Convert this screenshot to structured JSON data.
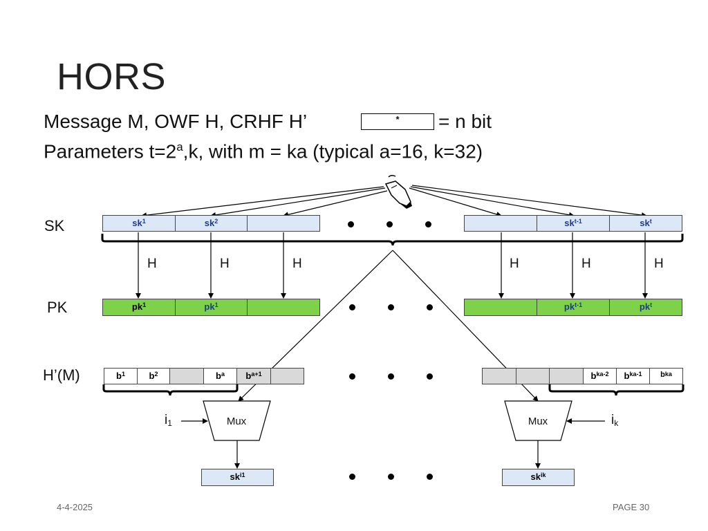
{
  "slide": {
    "title": "HORS",
    "line1": "Message M, OWF H, CRHF H’",
    "box_symbol": "*",
    "n_bit": "= n bit",
    "line2_pre": "Parameters t=2",
    "line2_sup": "a",
    "line2_post": ",k, with m = ka (typical a=16, k=32)",
    "date": "4-4-2025",
    "page": "PAGE 30"
  },
  "rows": {
    "sk_label": "SK",
    "pk_label": "PK",
    "hm_label": "H’(M)"
  },
  "sk_cells": [
    {
      "main": "sk",
      "sub": "1"
    },
    {
      "main": "sk",
      "sub": "2"
    },
    {
      "main": "",
      "sub": ""
    },
    {
      "main": "",
      "sub": ""
    },
    {
      "main": "sk",
      "sub": "t-1"
    },
    {
      "main": "sk",
      "sub": "t"
    }
  ],
  "pk_cells": [
    {
      "main": "pk",
      "sub": "1"
    },
    {
      "main": "pk",
      "sub": "1"
    },
    {
      "main": "",
      "sub": ""
    },
    {
      "main": "",
      "sub": ""
    },
    {
      "main": "pk",
      "sub": "t-1"
    },
    {
      "main": "pk",
      "sub": "t"
    }
  ],
  "h_labels": [
    "H",
    "H",
    "H",
    "H",
    "H",
    "H"
  ],
  "hm_left": [
    {
      "main": "b",
      "sub": "1"
    },
    {
      "main": "b",
      "sub": "2"
    },
    {
      "main": "",
      "sub": ""
    },
    {
      "main": "b",
      "sub": "a"
    },
    {
      "main": "b",
      "sub": "a+1"
    },
    {
      "main": "",
      "sub": ""
    }
  ],
  "hm_right": [
    {
      "main": "",
      "sub": ""
    },
    {
      "main": "",
      "sub": ""
    },
    {
      "main": "",
      "sub": ""
    },
    {
      "main": "b",
      "sub": "ka-2"
    },
    {
      "main": "b",
      "sub": "ka-1"
    },
    {
      "main": "b",
      "sub": "ka"
    }
  ],
  "mux": {
    "left_label": "Mux",
    "right_label": "Mux",
    "left_input": {
      "main": "i",
      "sub": "1"
    },
    "right_input": {
      "main": "i",
      "sub": "k"
    },
    "left_output": {
      "main": "sk",
      "sub": "i1"
    },
    "right_output": {
      "main": "sk",
      "sub": "ik"
    }
  },
  "colors": {
    "sk_fill": "#dde8f6",
    "pk_fill": "#7dd24a",
    "hm_fill": "#d9d9d9"
  },
  "icons": {
    "source": "pointing-hand-icon",
    "ellipsis": "dots-icon"
  }
}
